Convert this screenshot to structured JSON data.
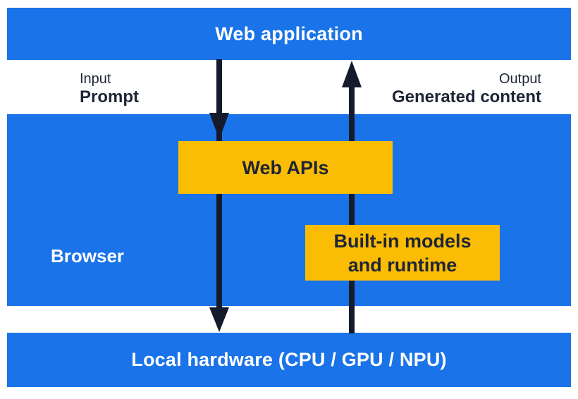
{
  "colors": {
    "blue": "#1A73E8",
    "yellow": "#FBBC04",
    "ink": "#1E2537",
    "arrow": "#141B2C",
    "white": "#FFFFFF",
    "chrome-red": "#EA4335",
    "chrome-green": "#34A853",
    "chrome-yellow": "#FBBC04",
    "chrome-blue": "#4285F4"
  },
  "top_bar": {
    "label": "Web application"
  },
  "flow": {
    "input": {
      "kind": "Input",
      "name": "Prompt"
    },
    "output": {
      "kind": "Output",
      "name": "Generated content"
    }
  },
  "browser": {
    "label": "Browser"
  },
  "web_apis_box": {
    "label": "Web APIs"
  },
  "builtin_box": {
    "line1": "Built-in models",
    "line2": "and runtime"
  },
  "bottom_bar": {
    "label": "Local hardware (CPU / GPU / NPU)"
  }
}
